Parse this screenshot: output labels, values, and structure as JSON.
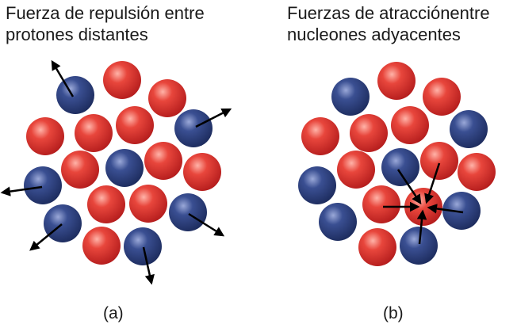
{
  "panel_a": {
    "title": "Fuerza de repulsión entre\nprotones distantes",
    "caption": "(a)"
  },
  "panel_b": {
    "title": "Fuerzas de atracciónentre\nnucleones adyacentes",
    "caption": "(b)"
  },
  "legend_colors": {
    "proton": "#d42a2a",
    "neutron": "#2a3f7a",
    "arrow": "#000000"
  }
}
